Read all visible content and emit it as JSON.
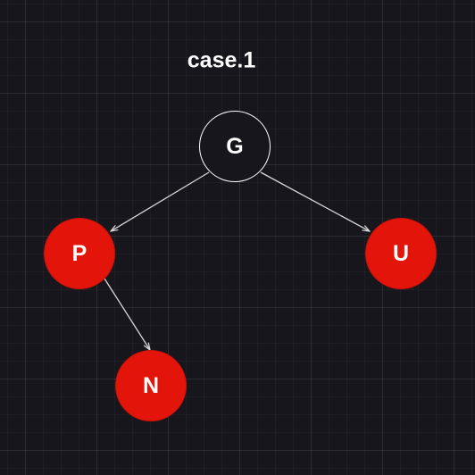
{
  "diagram": {
    "title": "case.1",
    "nodes": [
      {
        "id": "g",
        "label": "G",
        "fill": "#18161d",
        "stroke": "#ffffff"
      },
      {
        "id": "p",
        "label": "P",
        "fill": "#e3150b",
        "stroke": "#c4120a"
      },
      {
        "id": "u",
        "label": "U",
        "fill": "#e3150b",
        "stroke": "#c4120a"
      },
      {
        "id": "n",
        "label": "N",
        "fill": "#e3150b",
        "stroke": "#c4120a"
      }
    ],
    "edges": [
      {
        "from": "g",
        "to": "p"
      },
      {
        "from": "g",
        "to": "u"
      },
      {
        "from": "p",
        "to": "n"
      }
    ],
    "colors": {
      "background": "#18161d",
      "text": "#ffffff",
      "edge": "#d9d9d9",
      "red_node": "#e3150b",
      "black_node": "#18161d"
    }
  }
}
